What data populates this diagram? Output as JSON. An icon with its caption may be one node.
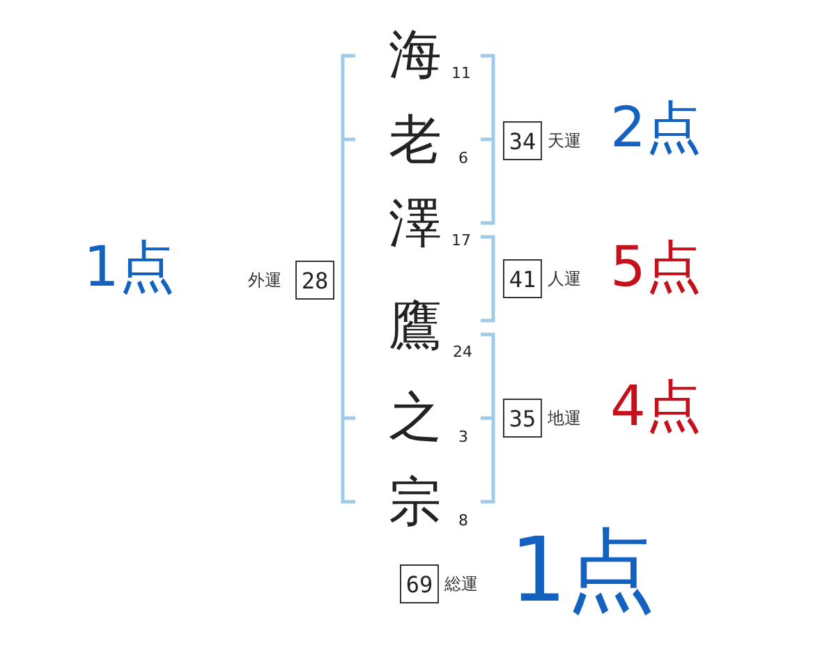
{
  "diagram": {
    "nodes": [
      {
        "text": [
          "34"
        ],
        "beside": [
          "天運",
          "2点"
        ]
      },
      {
        "text": [
          "28"
        ],
        "beside": [
          "外運",
          "1点"
        ]
      },
      {
        "text": [
          "41"
        ],
        "beside": [
          "人運",
          "5点"
        ]
      },
      {
        "text": [
          "35"
        ],
        "beside": [
          "地運",
          "4点"
        ]
      },
      {
        "text": [
          "69"
        ],
        "beside": [
          "総運",
          "1点"
        ]
      }
    ],
    "labels": [
      "海",
      "11",
      "老",
      "6",
      "澤",
      "17",
      "鷹",
      "24",
      "之",
      "3",
      "宗",
      "8"
    ]
  }
}
